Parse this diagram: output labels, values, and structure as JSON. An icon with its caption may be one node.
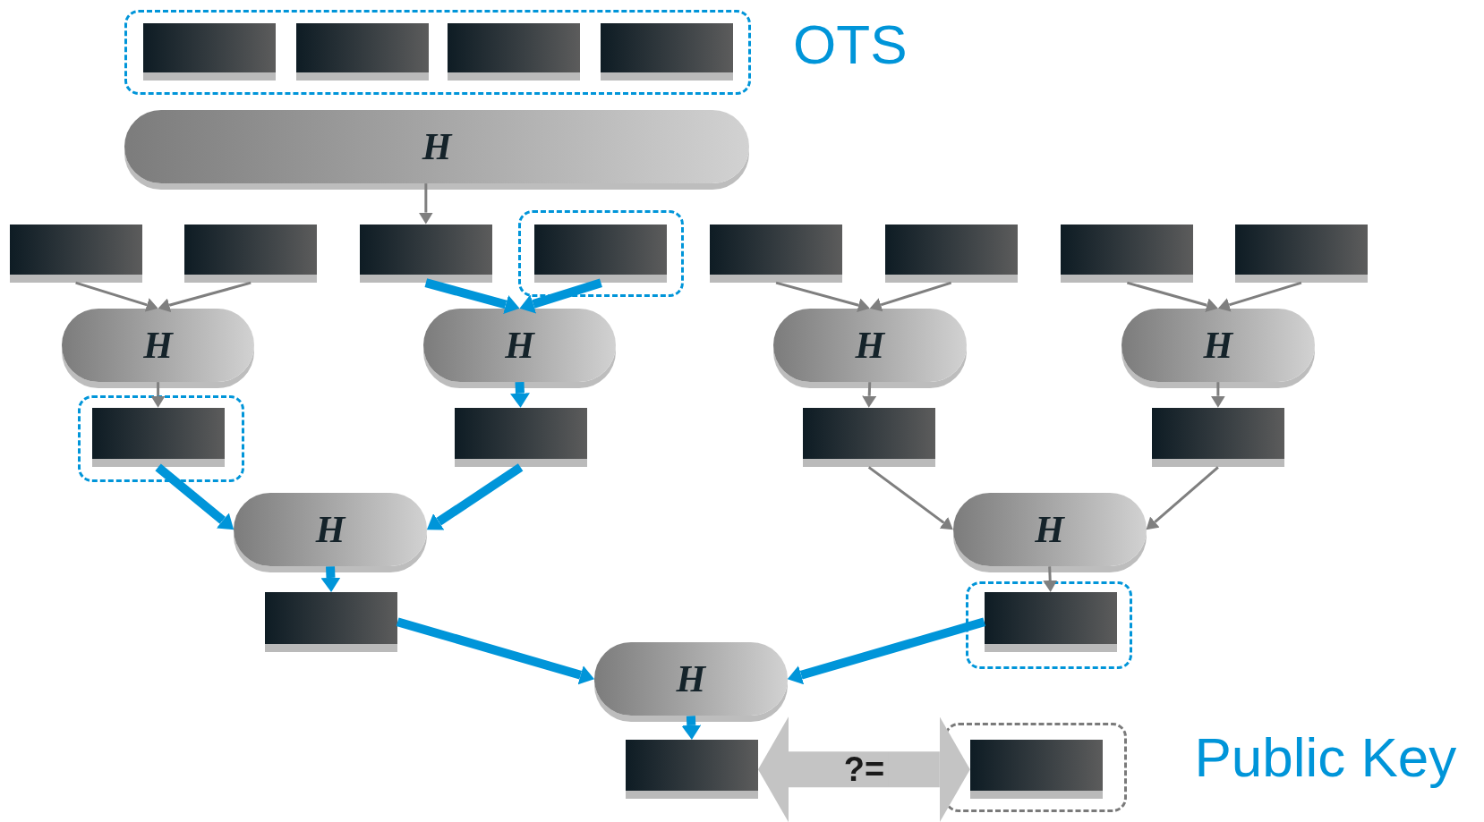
{
  "diagram": {
    "nodes": [
      {
        "text": [],
        "shape": "bar"
      },
      {
        "text": [],
        "shape": "bar"
      },
      {
        "text": [],
        "shape": "bar"
      },
      {
        "text": [],
        "shape": "bar"
      },
      {
        "text": [
          "H"
        ]
      },
      {
        "text": [],
        "shape": "bar"
      },
      {
        "text": [],
        "shape": "bar"
      },
      {
        "text": [],
        "shape": "bar"
      },
      {
        "text": [],
        "shape": "bar"
      },
      {
        "text": [],
        "shape": "bar"
      },
      {
        "text": [],
        "shape": "bar"
      },
      {
        "text": [],
        "shape": "bar"
      },
      {
        "text": [],
        "shape": "bar"
      },
      {
        "text": [
          "H"
        ]
      },
      {
        "text": [
          "H"
        ]
      },
      {
        "text": [
          "H"
        ]
      },
      {
        "text": [
          "H"
        ]
      },
      {
        "text": [],
        "shape": "bar"
      },
      {
        "text": [],
        "shape": "bar"
      },
      {
        "text": [],
        "shape": "bar"
      },
      {
        "text": [],
        "shape": "bar"
      },
      {
        "text": [
          "H"
        ]
      },
      {
        "text": [
          "H"
        ]
      },
      {
        "text": [],
        "shape": "bar"
      },
      {
        "text": [],
        "shape": "bar"
      },
      {
        "text": [
          "H"
        ]
      },
      {
        "text": [],
        "shape": "bar"
      },
      {
        "text": [],
        "shape": "bar"
      }
    ],
    "edges": [
      {
        "from": 4,
        "to": 7,
        "arrow": "to"
      },
      {
        "from": 5,
        "to": 13,
        "arrow": "to"
      },
      {
        "from": 6,
        "to": 13,
        "arrow": "to"
      },
      {
        "from": 7,
        "to": 14,
        "arrow": "to",
        "style": "thick",
        "color": "#0095d9"
      },
      {
        "from": 8,
        "to": 14,
        "arrow": "to",
        "style": "thick",
        "color": "#0095d9"
      },
      {
        "from": 9,
        "to": 15,
        "arrow": "to"
      },
      {
        "from": 10,
        "to": 15,
        "arrow": "to"
      },
      {
        "from": 11,
        "to": 16,
        "arrow": "to"
      },
      {
        "from": 12,
        "to": 16,
        "arrow": "to"
      },
      {
        "from": 13,
        "to": 17,
        "arrow": "to"
      },
      {
        "from": 14,
        "to": 18,
        "arrow": "to",
        "style": "thick",
        "color": "#0095d9"
      },
      {
        "from": 15,
        "to": 19,
        "arrow": "to"
      },
      {
        "from": 16,
        "to": 20,
        "arrow": "to"
      },
      {
        "from": 17,
        "to": 21,
        "arrow": "to",
        "style": "thick",
        "color": "#0095d9"
      },
      {
        "from": 18,
        "to": 21,
        "arrow": "to",
        "style": "thick",
        "color": "#0095d9"
      },
      {
        "from": 19,
        "to": 22,
        "arrow": "to"
      },
      {
        "from": 20,
        "to": 22,
        "arrow": "to"
      },
      {
        "from": 21,
        "to": 23,
        "arrow": "to",
        "style": "thick",
        "color": "#0095d9"
      },
      {
        "from": 22,
        "to": 24,
        "arrow": "to"
      },
      {
        "from": 23,
        "to": 25,
        "arrow": "to",
        "style": "thick",
        "color": "#0095d9"
      },
      {
        "from": 24,
        "to": 25,
        "arrow": "to",
        "style": "thick",
        "color": "#0095d9"
      },
      {
        "from": 25,
        "to": 26,
        "arrow": "to",
        "style": "thick",
        "color": "#0095d9"
      },
      {
        "from": 26,
        "to": 27,
        "arrow": "both",
        "label": "?=",
        "style": "thick",
        "color": "#c4c4c4"
      }
    ],
    "labels": [
      "OTS",
      "Public Key"
    ]
  }
}
